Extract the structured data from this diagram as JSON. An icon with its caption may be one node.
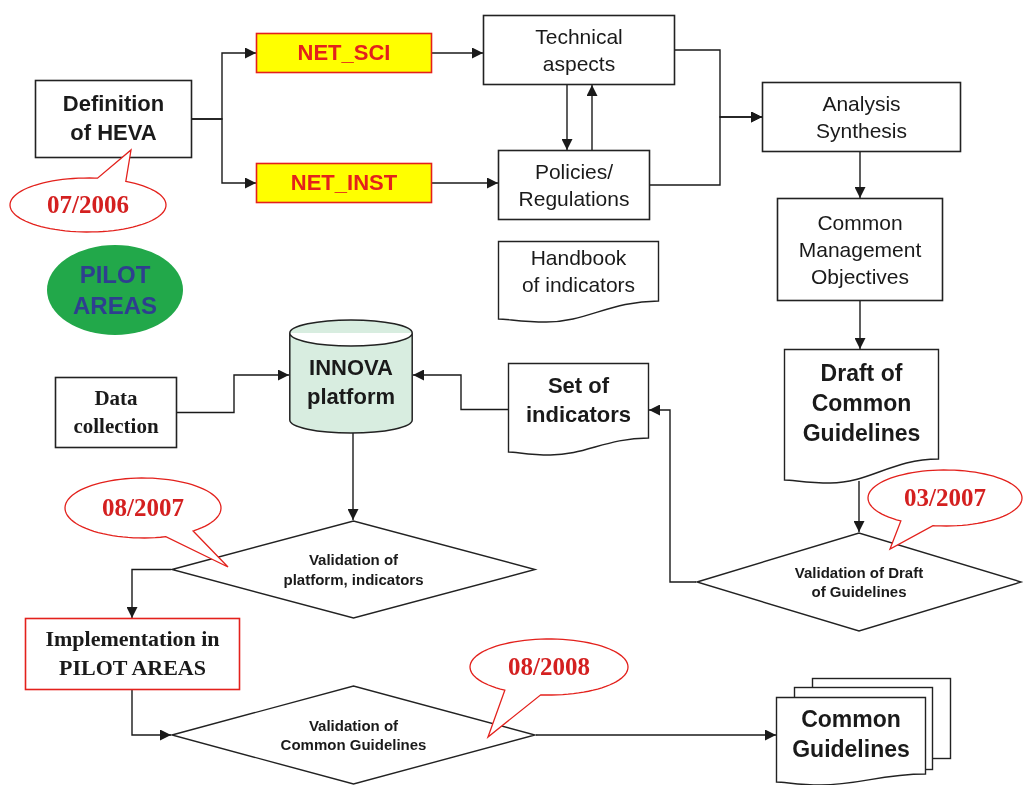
{
  "diagram": {
    "nodes": [
      {
        "text": [
          "Definition of HEVA"
        ]
      },
      {
        "text": [
          "NET_SCI"
        ]
      },
      {
        "text": [
          "NET_INST"
        ]
      },
      {
        "text": [
          "Technical aspects"
        ]
      },
      {
        "text": [
          "Policies/ Regulations"
        ]
      },
      {
        "text": [
          "Analysis Synthesis"
        ]
      },
      {
        "text": [
          "Common Management Objectives"
        ]
      },
      {
        "text": [
          "Handbook of indicators"
        ]
      },
      {
        "text": [
          "PILOT AREAS"
        ]
      },
      {
        "text": [
          "07/2006"
        ]
      },
      {
        "text": [
          "Data collection"
        ]
      },
      {
        "text": [
          "INNOVA platform"
        ]
      },
      {
        "text": [
          "Set of indicators"
        ]
      },
      {
        "text": [
          "Draft of Common Guidelines"
        ]
      },
      {
        "text": [
          "08/2007"
        ]
      },
      {
        "text": [
          "Validation of platform, indicators"
        ]
      },
      {
        "text": [
          "03/2007"
        ]
      },
      {
        "text": [
          "Validation of Draft of Guidelines"
        ]
      },
      {
        "text": [
          "Implementation in PILOT AREAS"
        ]
      },
      {
        "text": [
          "08/2008"
        ]
      },
      {
        "text": [
          "Validation of Common Guidelines"
        ]
      },
      {
        "text": [
          "Common Guidelines"
        ]
      }
    ],
    "edges": [
      {
        "from": 0,
        "to": 1,
        "arrow": "to"
      },
      {
        "from": 0,
        "to": 2,
        "arrow": "to"
      },
      {
        "from": 1,
        "to": 3,
        "arrow": "to"
      },
      {
        "from": 2,
        "to": 4,
        "arrow": "to"
      },
      {
        "from": 3,
        "to": 4,
        "arrow": "to"
      },
      {
        "from": 4,
        "to": 3,
        "arrow": "to"
      },
      {
        "from": 3,
        "to": 5,
        "arrow": "to"
      },
      {
        "from": 4,
        "to": 5,
        "arrow": "to"
      },
      {
        "from": 5,
        "to": 6,
        "arrow": "to"
      },
      {
        "from": 6,
        "to": 13,
        "arrow": "to"
      },
      {
        "from": 13,
        "to": 17,
        "arrow": "to"
      },
      {
        "from": 17,
        "to": 12,
        "arrow": "to"
      },
      {
        "from": 12,
        "to": 11,
        "arrow": "to"
      },
      {
        "from": 10,
        "to": 11,
        "arrow": "to"
      },
      {
        "from": 11,
        "to": 15,
        "arrow": "to"
      },
      {
        "from": 15,
        "to": 18,
        "arrow": "to"
      },
      {
        "from": 18,
        "to": 20,
        "arrow": "to"
      },
      {
        "from": 20,
        "to": 21,
        "arrow": "to"
      }
    ]
  }
}
